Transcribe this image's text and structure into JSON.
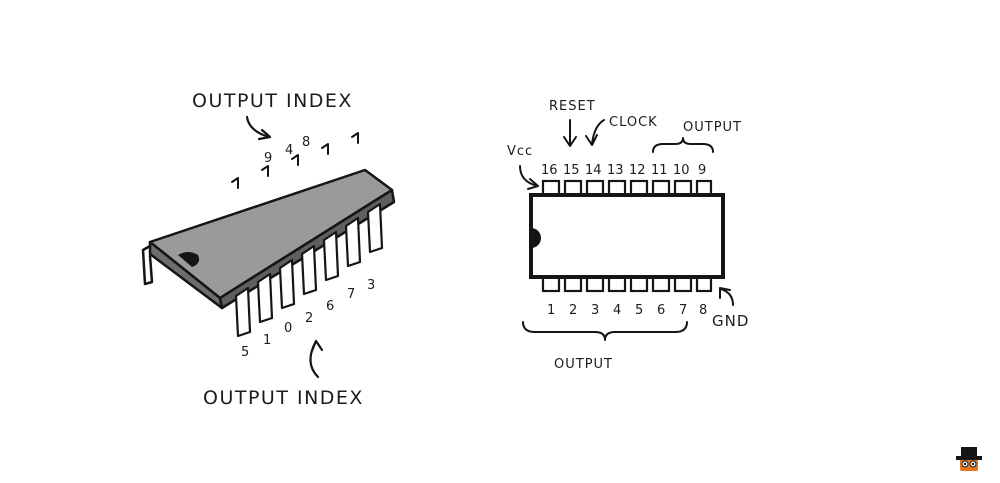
{
  "left_diagram": {
    "top_label": "OUTPUT INDEX",
    "bottom_label": "OUTPUT INDEX",
    "top_pin_numbers": [
      "9",
      "4",
      "8"
    ],
    "bottom_pin_numbers": [
      "5",
      "1",
      "0",
      "2",
      "6",
      "7",
      "3"
    ]
  },
  "right_diagram": {
    "vcc_label": "Vcc",
    "reset_label": "RESET",
    "clock_label": "CLOCK",
    "top_output_label": "OUTPUT",
    "bottom_output_label": "OUTPUT",
    "gnd_label": "GND",
    "top_pins": [
      "16",
      "15",
      "14",
      "13",
      "12",
      "11",
      "10",
      "9"
    ],
    "bottom_pins": [
      "1",
      "2",
      "3",
      "4",
      "5",
      "6",
      "7",
      "8"
    ]
  },
  "colors": {
    "ink": "#151515",
    "chip_top": "#9a9a9a",
    "chip_side": "#6d6d6d"
  },
  "icons": [
    "mascot-icon"
  ]
}
